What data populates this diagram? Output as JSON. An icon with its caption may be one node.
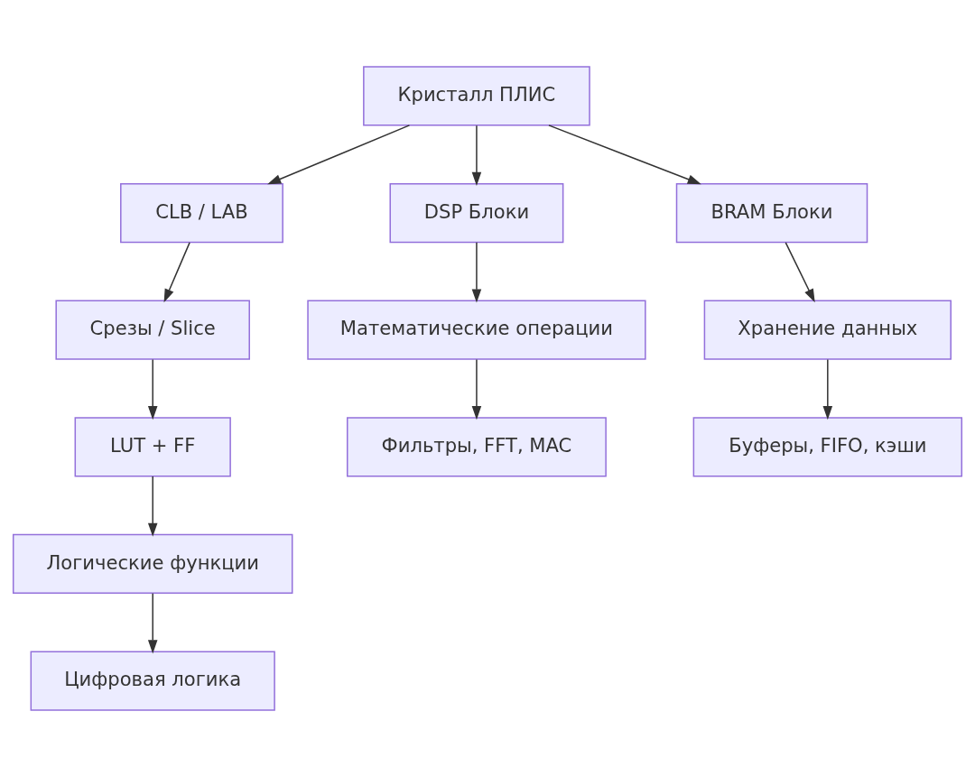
{
  "diagram": {
    "nodes": [
      {
        "text": [
          "Кристалл ПЛИС"
        ]
      },
      {
        "text": [
          "CLB / LAB"
        ]
      },
      {
        "text": [
          "DSP Блоки"
        ]
      },
      {
        "text": [
          "BRAM Блоки"
        ]
      },
      {
        "text": [
          "Срезы / Slice"
        ]
      },
      {
        "text": [
          "Математические операции"
        ]
      },
      {
        "text": [
          "Хранение данных"
        ]
      },
      {
        "text": [
          "LUT + FF"
        ]
      },
      {
        "text": [
          "Фильтры, FFT, MAC"
        ]
      },
      {
        "text": [
          "Буферы, FIFO, кэши"
        ]
      },
      {
        "text": [
          "Логические функции"
        ]
      },
      {
        "text": [
          "Цифровая логика"
        ]
      }
    ],
    "edges": [
      {
        "from": 0,
        "to": 1,
        "arrow": "to"
      },
      {
        "from": 0,
        "to": 2,
        "arrow": "to"
      },
      {
        "from": 0,
        "to": 3,
        "arrow": "to"
      },
      {
        "from": 1,
        "to": 4,
        "arrow": "to"
      },
      {
        "from": 4,
        "to": 7,
        "arrow": "to"
      },
      {
        "from": 7,
        "to": 10,
        "arrow": "to"
      },
      {
        "from": 10,
        "to": 11,
        "arrow": "to"
      },
      {
        "from": 2,
        "to": 5,
        "arrow": "to"
      },
      {
        "from": 5,
        "to": 8,
        "arrow": "to"
      },
      {
        "from": 3,
        "to": 6,
        "arrow": "to"
      },
      {
        "from": 6,
        "to": 9,
        "arrow": "to"
      }
    ]
  }
}
